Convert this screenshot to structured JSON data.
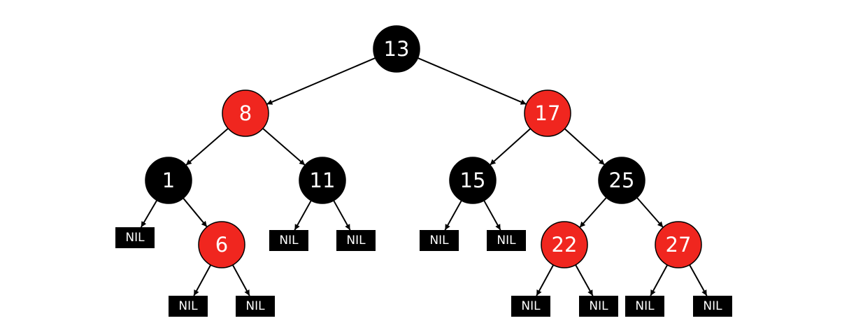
{
  "colors": {
    "black_node": "#000000",
    "red_node": "#f0261f",
    "node_stroke": "#000000",
    "edge": "#000000",
    "label": "#ffffff"
  },
  "tree": {
    "nodes": [
      {
        "id": "n13",
        "label": "13",
        "color": "black"
      },
      {
        "id": "n8",
        "label": "8",
        "color": "red"
      },
      {
        "id": "n17",
        "label": "17",
        "color": "red"
      },
      {
        "id": "n1",
        "label": "1",
        "color": "black"
      },
      {
        "id": "n11",
        "label": "11",
        "color": "black"
      },
      {
        "id": "n15",
        "label": "15",
        "color": "black"
      },
      {
        "id": "n25",
        "label": "25",
        "color": "black"
      },
      {
        "id": "n6",
        "label": "6",
        "color": "red"
      },
      {
        "id": "n22",
        "label": "22",
        "color": "red"
      },
      {
        "id": "n27",
        "label": "27",
        "color": "red"
      }
    ],
    "nil_label": "NIL",
    "nil_leaves": [
      {
        "id": "nil1a"
      },
      {
        "id": "nil6a"
      },
      {
        "id": "nil6b"
      },
      {
        "id": "nil11a"
      },
      {
        "id": "nil11b"
      },
      {
        "id": "nil15a"
      },
      {
        "id": "nil15b"
      },
      {
        "id": "nil22a"
      },
      {
        "id": "nil22b"
      },
      {
        "id": "nil27a"
      },
      {
        "id": "nil27b"
      }
    ],
    "edges": [
      [
        "n13",
        "n8"
      ],
      [
        "n13",
        "n17"
      ],
      [
        "n8",
        "n1"
      ],
      [
        "n8",
        "n11"
      ],
      [
        "n17",
        "n15"
      ],
      [
        "n17",
        "n25"
      ],
      [
        "n1",
        "nil1a"
      ],
      [
        "n1",
        "n6"
      ],
      [
        "n6",
        "nil6a"
      ],
      [
        "n6",
        "nil6b"
      ],
      [
        "n11",
        "nil11a"
      ],
      [
        "n11",
        "nil11b"
      ],
      [
        "n15",
        "nil15a"
      ],
      [
        "n15",
        "nil15b"
      ],
      [
        "n25",
        "n22"
      ],
      [
        "n25",
        "n27"
      ],
      [
        "n22",
        "nil22a"
      ],
      [
        "n22",
        "nil22b"
      ],
      [
        "n27",
        "nil27a"
      ],
      [
        "n27",
        "nil27b"
      ]
    ]
  }
}
